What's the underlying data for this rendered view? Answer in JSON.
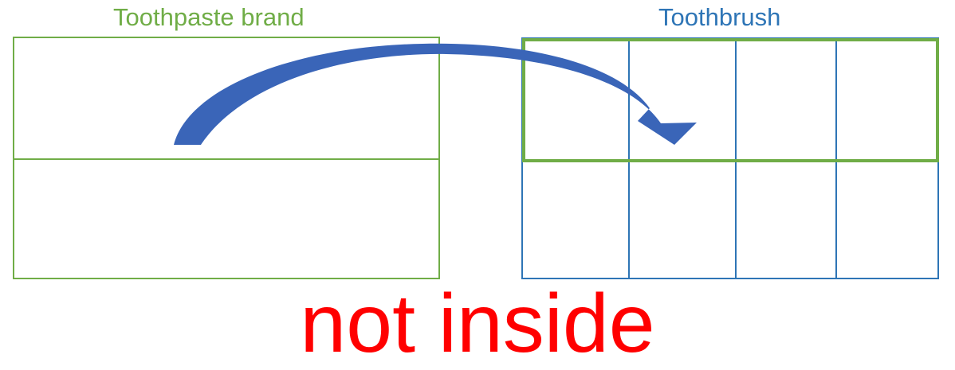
{
  "left_label": "Toothpaste brand",
  "right_label": "Toothbrush",
  "caption": "not inside",
  "colors": {
    "left_label": "#70ad47",
    "right_label": "#2e75b6",
    "left_box_border": "#70ad47",
    "right_grid_border": "#2e75b6",
    "highlight_border": "#70ad47",
    "arrow_fill": "#3a65b8",
    "caption": "#ff0000"
  },
  "grid": {
    "rows": 2,
    "columns": 4,
    "highlighted_row": 1
  },
  "arrow": {
    "icon": "curved-arrow-icon",
    "from": "left_box.top_section",
    "to": "right_grid.row_1"
  }
}
